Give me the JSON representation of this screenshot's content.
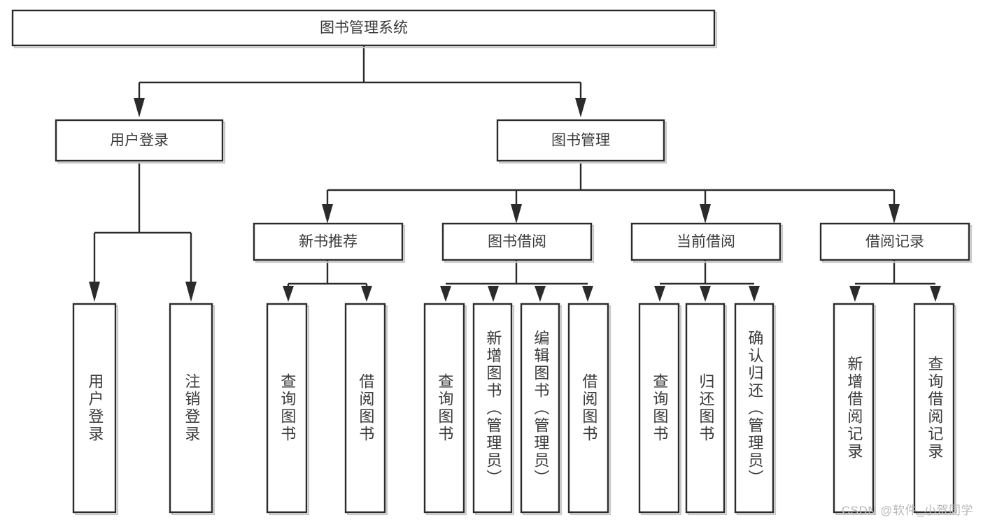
{
  "diagram": {
    "title_node": {
      "label": "图书管理系统"
    },
    "level2": [
      {
        "id": "user-login",
        "label": "用户登录"
      },
      {
        "id": "book-manage",
        "label": "图书管理"
      }
    ],
    "level3": [
      {
        "id": "new-book-recommend",
        "label": "新书推荐"
      },
      {
        "id": "book-borrow",
        "label": "图书借阅"
      },
      {
        "id": "current-borrow",
        "label": "当前借阅"
      },
      {
        "id": "borrow-record",
        "label": "借阅记录"
      }
    ],
    "leaves": [
      {
        "id": "leaf-user-login",
        "label": "用户登录"
      },
      {
        "id": "leaf-logout-login",
        "label": "注销登录"
      },
      {
        "id": "leaf-query-book-1",
        "label": "查询图书"
      },
      {
        "id": "leaf-borrow-book-1",
        "label": "借阅图书"
      },
      {
        "id": "leaf-query-book-2",
        "label": "查询图书"
      },
      {
        "id": "leaf-add-book-admin",
        "label": "新增图书（管理员）"
      },
      {
        "id": "leaf-edit-book-admin",
        "label": "编辑图书（管理员）"
      },
      {
        "id": "leaf-borrow-book-2",
        "label": "借阅图书"
      },
      {
        "id": "leaf-query-book-3",
        "label": "查询图书"
      },
      {
        "id": "leaf-return-book",
        "label": "归还图书"
      },
      {
        "id": "leaf-confirm-return-admin",
        "label": "确认归还（管理员）"
      },
      {
        "id": "leaf-add-borrow-record",
        "label": "新增借阅记录"
      },
      {
        "id": "leaf-query-borrow-record",
        "label": "查询借阅记录"
      }
    ],
    "watermark": "CSDN @软件_小贺同学",
    "colors": {
      "border": "#2b2b2b",
      "text": "#3a3a3a",
      "background": "#ffffff",
      "watermark": "#b8b8b8"
    }
  },
  "chart_data": {
    "type": "diagram",
    "subtype": "tree-hierarchy",
    "title": "图书管理系统",
    "orientation": "top-down",
    "nodes": [
      {
        "id": "root",
        "label": "图书管理系统",
        "level": 0
      },
      {
        "id": "user-login",
        "label": "用户登录",
        "level": 1
      },
      {
        "id": "book-manage",
        "label": "图书管理",
        "level": 1
      },
      {
        "id": "leaf-user-login",
        "label": "用户登录",
        "level": 2
      },
      {
        "id": "leaf-logout-login",
        "label": "注销登录",
        "level": 2
      },
      {
        "id": "new-book-recommend",
        "label": "新书推荐",
        "level": 2
      },
      {
        "id": "book-borrow",
        "label": "图书借阅",
        "level": 2
      },
      {
        "id": "current-borrow",
        "label": "当前借阅",
        "level": 2
      },
      {
        "id": "borrow-record",
        "label": "借阅记录",
        "level": 2
      },
      {
        "id": "leaf-query-book-1",
        "label": "查询图书",
        "level": 3
      },
      {
        "id": "leaf-borrow-book-1",
        "label": "借阅图书",
        "level": 3
      },
      {
        "id": "leaf-query-book-2",
        "label": "查询图书",
        "level": 3
      },
      {
        "id": "leaf-add-book-admin",
        "label": "新增图书（管理员）",
        "level": 3
      },
      {
        "id": "leaf-edit-book-admin",
        "label": "编辑图书（管理员）",
        "level": 3
      },
      {
        "id": "leaf-borrow-book-2",
        "label": "借阅图书",
        "level": 3
      },
      {
        "id": "leaf-query-book-3",
        "label": "查询图书",
        "level": 3
      },
      {
        "id": "leaf-return-book",
        "label": "归还图书",
        "level": 3
      },
      {
        "id": "leaf-confirm-return-admin",
        "label": "确认归还（管理员）",
        "level": 3
      },
      {
        "id": "leaf-add-borrow-record",
        "label": "新增借阅记录",
        "level": 3
      },
      {
        "id": "leaf-query-borrow-record",
        "label": "查询借阅记录",
        "level": 3
      }
    ],
    "edges": [
      {
        "from": "root",
        "to": "user-login"
      },
      {
        "from": "root",
        "to": "book-manage"
      },
      {
        "from": "user-login",
        "to": "leaf-user-login"
      },
      {
        "from": "user-login",
        "to": "leaf-logout-login"
      },
      {
        "from": "book-manage",
        "to": "new-book-recommend"
      },
      {
        "from": "book-manage",
        "to": "book-borrow"
      },
      {
        "from": "book-manage",
        "to": "current-borrow"
      },
      {
        "from": "book-manage",
        "to": "borrow-record"
      },
      {
        "from": "new-book-recommend",
        "to": "leaf-query-book-1"
      },
      {
        "from": "new-book-recommend",
        "to": "leaf-borrow-book-1"
      },
      {
        "from": "book-borrow",
        "to": "leaf-query-book-2"
      },
      {
        "from": "book-borrow",
        "to": "leaf-add-book-admin"
      },
      {
        "from": "book-borrow",
        "to": "leaf-edit-book-admin"
      },
      {
        "from": "book-borrow",
        "to": "leaf-borrow-book-2"
      },
      {
        "from": "current-borrow",
        "to": "leaf-query-book-3"
      },
      {
        "from": "current-borrow",
        "to": "leaf-return-book"
      },
      {
        "from": "current-borrow",
        "to": "leaf-confirm-return-admin"
      },
      {
        "from": "borrow-record",
        "to": "leaf-add-borrow-record"
      },
      {
        "from": "borrow-record",
        "to": "leaf-query-borrow-record"
      }
    ]
  }
}
